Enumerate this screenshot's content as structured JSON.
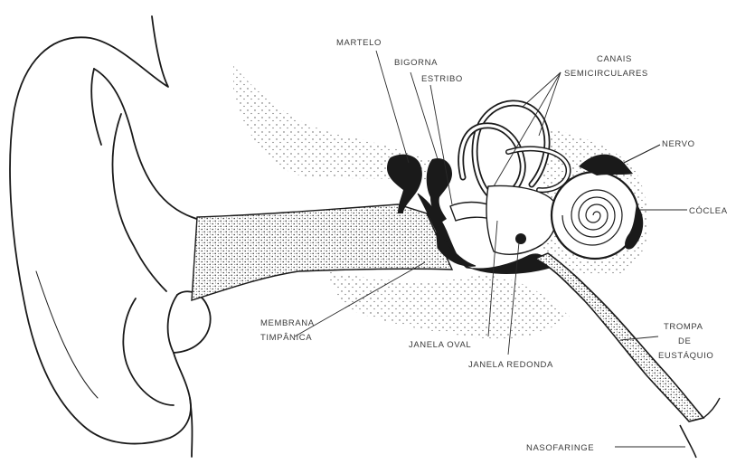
{
  "labels": {
    "martelo": "MARTELO",
    "bigorna": "BIGORNA",
    "estribo": "ESTRIBO",
    "canais_line1": "CANAIS",
    "canais_line2": "SEMICIRCULARES",
    "nervo": "NERVO",
    "coclea": "CÓCLEA",
    "membrana_line1": "MEMBRANA",
    "membrana_line2": "TIMPÂNICA",
    "janela_oval": "JANELA OVAL",
    "janela_redonda": "JANELA REDONDA",
    "trompa_line1": "TROMPA",
    "trompa_line2": "DE",
    "trompa_line3": "EUSTÁQUIO",
    "nasofaringe": "NASOFARINGE"
  },
  "colors": {
    "ink": "#1a1a1a",
    "stipple": "#3c3c3c",
    "label": "#3a3a3a",
    "background": "#ffffff"
  }
}
